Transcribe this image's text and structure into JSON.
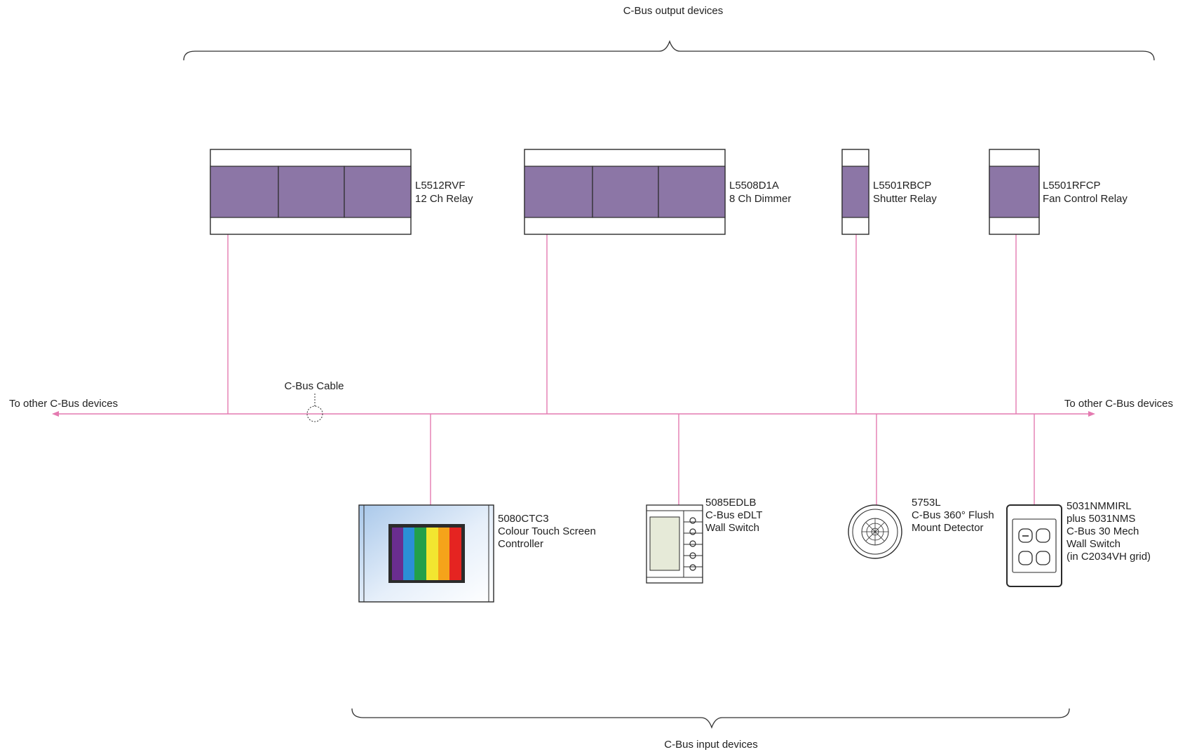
{
  "braces": {
    "outputs_label": "C-Bus output devices",
    "inputs_label": "C-Bus input devices"
  },
  "bus": {
    "cable_label": "C-Bus Cable",
    "left_label": "To other C-Bus devices",
    "right_label": "To other C-Bus devices",
    "color": "#e47ab0"
  },
  "output_devices": [
    {
      "code": "L5512RVF",
      "name": "12 Ch Relay"
    },
    {
      "code": "L5508D1A",
      "name": "8 Ch Dimmer"
    },
    {
      "code": "L5501RBCP",
      "name": "Shutter Relay"
    },
    {
      "code": "L5501RFCP",
      "name": "Fan Control Relay"
    }
  ],
  "input_devices": [
    {
      "code": "5080CTC3",
      "lines": [
        "Colour Touch Screen",
        "Controller"
      ],
      "icon": "touch-screen-icon"
    },
    {
      "code": "5085EDLB",
      "lines": [
        "C-Bus eDLT",
        "Wall Switch"
      ],
      "icon": "edlt-switch-icon"
    },
    {
      "code": "5753L",
      "lines": [
        "C-Bus 360° Flush",
        "Mount Detector"
      ],
      "icon": "motion-detector-icon"
    },
    {
      "code": "5031NMMIRL",
      "lines": [
        "plus 5031NMS",
        "C-Bus 30 Mech",
        "Wall Switch",
        "(in C2034VH grid)"
      ],
      "icon": "mech-wall-switch-icon"
    }
  ],
  "colors": {
    "module_fill": "#8c76a6",
    "screen_bars": [
      "#6a2d8f",
      "#2b8fd6",
      "#22a04a",
      "#f2e630",
      "#f5a31a",
      "#e52421"
    ]
  }
}
